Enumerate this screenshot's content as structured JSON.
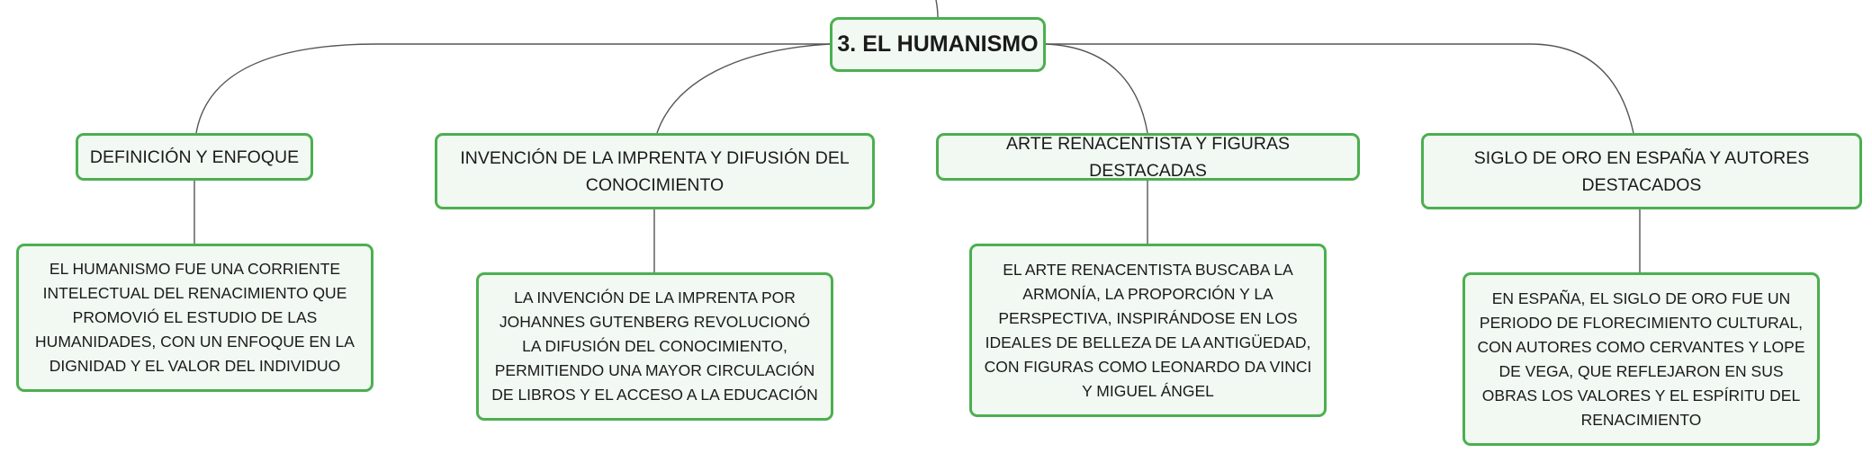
{
  "mindmap": {
    "root": {
      "label": "3. EL HUMANISMO"
    },
    "branches": [
      {
        "title": "DEFINICIÓN Y ENFOQUE",
        "detail": "EL HUMANISMO FUE UNA CORRIENTE INTELECTUAL DEL RENACIMIENTO QUE PROMOVIÓ EL ESTUDIO DE LAS HUMANIDADES, CON UN ENFOQUE EN LA DIGNIDAD Y EL VALOR DEL INDIVIDUO"
      },
      {
        "title": "INVENCIÓN DE LA IMPRENTA Y DIFUSIÓN DEL CONOCIMIENTO",
        "detail": "LA INVENCIÓN DE LA IMPRENTA POR JOHANNES GUTENBERG REVOLUCIONÓ LA DIFUSIÓN DEL CONOCIMIENTO, PERMITIENDO UNA MAYOR CIRCULACIÓN DE LIBROS Y EL ACCESO A LA EDUCACIÓN"
      },
      {
        "title": "ARTE RENACENTISTA Y FIGURAS DESTACADAS",
        "detail": "EL ARTE RENACENTISTA BUSCABA LA ARMONÍA, LA PROPORCIÓN Y LA PERSPECTIVA, INSPIRÁNDOSE EN LOS IDEALES DE BELLEZA DE LA ANTIGÜEDAD, CON FIGURAS COMO LEONARDO DA VINCI Y MIGUEL ÁNGEL"
      },
      {
        "title": "SIGLO DE ORO EN ESPAÑA Y AUTORES DESTACADOS",
        "detail": "EN ESPAÑA, EL SIGLO DE ORO FUE UN PERIODO DE FLORECIMIENTO CULTURAL, CON AUTORES COMO CERVANTES Y LOPE DE VEGA, QUE REFLEJARON EN SUS OBRAS LOS VALORES Y EL ESPÍRITU DEL RENACIMIENTO"
      }
    ],
    "colors": {
      "border": "#4caf50",
      "fill": "#f1f9f2",
      "connector": "#555555",
      "text": "#1a1a1a"
    }
  }
}
